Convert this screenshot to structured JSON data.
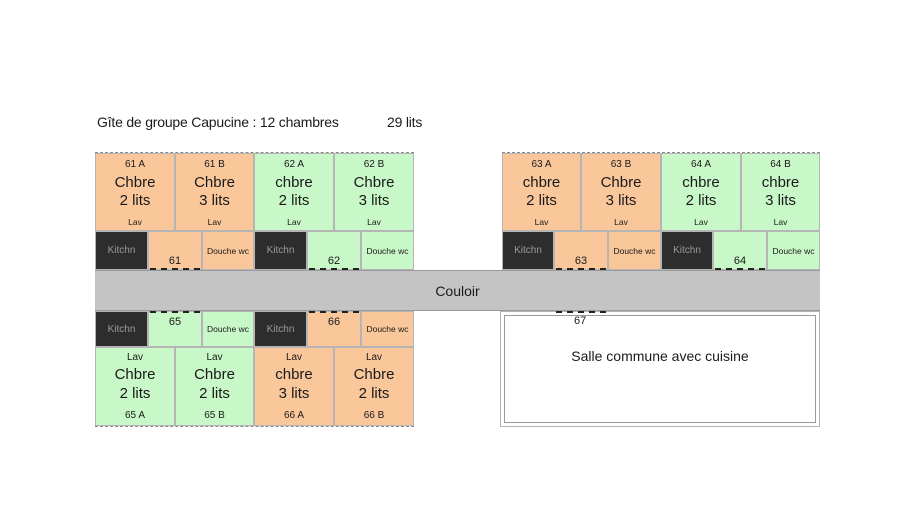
{
  "header": {
    "title": "Gîte de groupe Capucine : 12 chambres",
    "beds": "29 lits"
  },
  "corridor": "Couloir",
  "common_room": {
    "label": "Salle commune avec cuisine",
    "number": "67"
  },
  "common": {
    "lav": "Lav",
    "kitchen": "Kitchn",
    "shower": "Douche wc"
  },
  "rooms": {
    "r61A": {
      "id": "61 A",
      "type": "Chbre",
      "beds": "2 lits"
    },
    "r61B": {
      "id": "61 B",
      "type": "Chbre",
      "beds": "3 lits"
    },
    "r62A": {
      "id": "62 A",
      "type": "chbre",
      "beds": "2 lits"
    },
    "r62B": {
      "id": "62 B",
      "type": "Chbre",
      "beds": "3 lits"
    },
    "r63A": {
      "id": "63 A",
      "type": "chbre",
      "beds": "2 lits"
    },
    "r63B": {
      "id": "63 B",
      "type": "Chbre",
      "beds": "3 lits"
    },
    "r64A": {
      "id": "64 A",
      "type": "chbre",
      "beds": "2 lits"
    },
    "r64B": {
      "id": "64 B",
      "type": "chbre",
      "beds": "3 lits"
    },
    "r65A": {
      "id": "65 A",
      "type": "Chbre",
      "beds": "2 lits"
    },
    "r65B": {
      "id": "65 B",
      "type": "Chbre",
      "beds": "2 lits"
    },
    "r66A": {
      "id": "66 A",
      "type": "chbre",
      "beds": "3 lits"
    },
    "r66B": {
      "id": "66 B",
      "type": "Chbre",
      "beds": "2 lits"
    }
  },
  "units": {
    "u61": "61",
    "u62": "62",
    "u63": "63",
    "u64": "64",
    "u65": "65",
    "u66": "66"
  },
  "colors": {
    "orange": "#f9c79a",
    "green": "#c8f7c8",
    "kitchen": "#2d2d2d",
    "corridor": "#c4c4c4"
  }
}
